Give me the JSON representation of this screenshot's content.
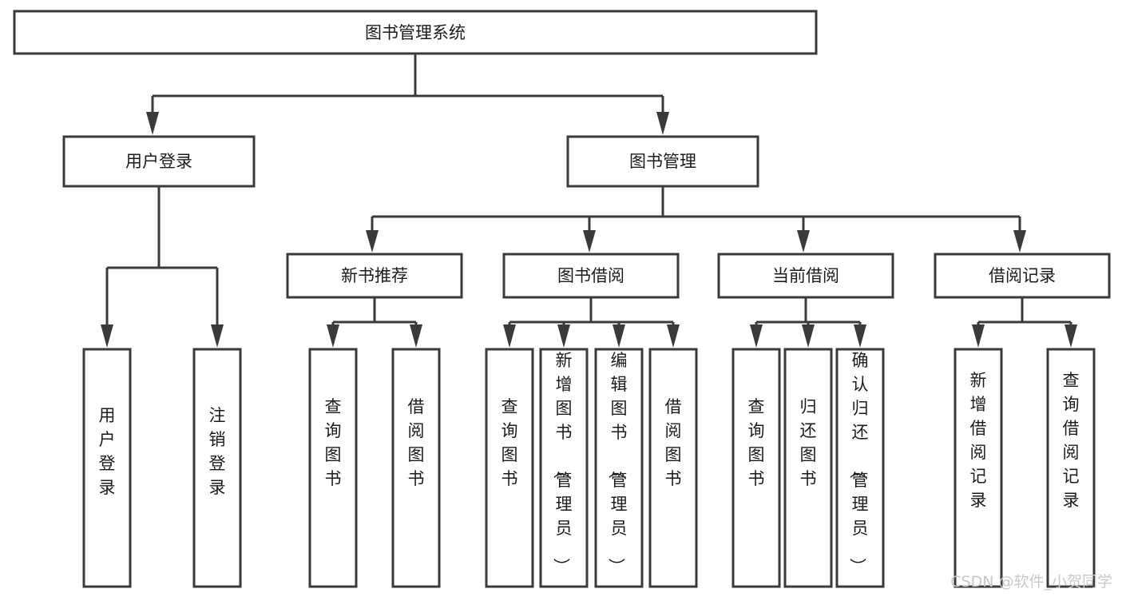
{
  "diagram": {
    "title": "图书管理系统",
    "type": "tree",
    "orientation": "top-down",
    "colors": {
      "box_stroke": "#3a3a3a",
      "box_fill": "#ffffff",
      "connector": "#3a3a3a",
      "label_text": "#1b1b1b",
      "background": "#ffffff",
      "watermark": "#c9c9c9"
    },
    "root": {
      "label": "图书管理系统"
    },
    "level1": [
      {
        "label": "用户登录"
      },
      {
        "label": "图书管理"
      }
    ],
    "level2": [
      {
        "label": "新书推荐"
      },
      {
        "label": "图书借阅"
      },
      {
        "label": "当前借阅"
      },
      {
        "label": "借阅记录"
      }
    ],
    "leaves": {
      "user_login": [
        {
          "label": "用户登录"
        },
        {
          "label": "注销登录"
        }
      ],
      "new_book_recommend": [
        {
          "label": "查询图书"
        },
        {
          "label": "借阅图书"
        }
      ],
      "book_borrow": [
        {
          "label": "查询图书"
        },
        {
          "label": "新增图书（管理员）"
        },
        {
          "label": "编辑图书（管理员）"
        },
        {
          "label": "借阅图书"
        }
      ],
      "current_borrow": [
        {
          "label": "查询图书"
        },
        {
          "label": "归还图书"
        },
        {
          "label": "确认归还（管理员）"
        }
      ],
      "borrow_record": [
        {
          "label": "新增借阅记录"
        },
        {
          "label": "查询借阅记录"
        }
      ]
    }
  },
  "watermark": {
    "text": "CSDN @软件_小贺同学"
  }
}
